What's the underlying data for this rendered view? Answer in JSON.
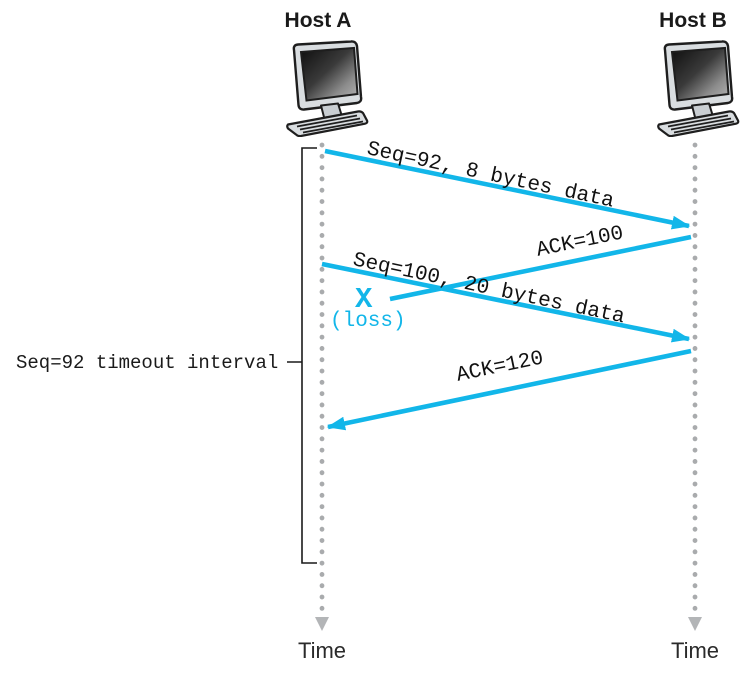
{
  "hosts": [
    {
      "name": "Host A"
    },
    {
      "name": "Host B"
    }
  ],
  "segments": [
    {
      "label": "Seq=92, 8 bytes data",
      "direction": "A-to-B",
      "lost": false
    },
    {
      "label": "ACK=100",
      "direction": "B-to-A",
      "lost": true
    },
    {
      "label": "Seq=100, 20 bytes data",
      "direction": "A-to-B",
      "lost": false
    },
    {
      "label": "ACK=120",
      "direction": "B-to-A",
      "lost": false
    }
  ],
  "loss_marker": {
    "symbol": "X",
    "caption": "(loss)"
  },
  "timeout": {
    "label": "Seq=92 timeout interval"
  },
  "time_axis": {
    "label": "Time"
  },
  "colors": {
    "arrow_cyan": "#12b6e9",
    "timeline_gray": "#a9abad",
    "text_black": "#1a1a1a"
  }
}
